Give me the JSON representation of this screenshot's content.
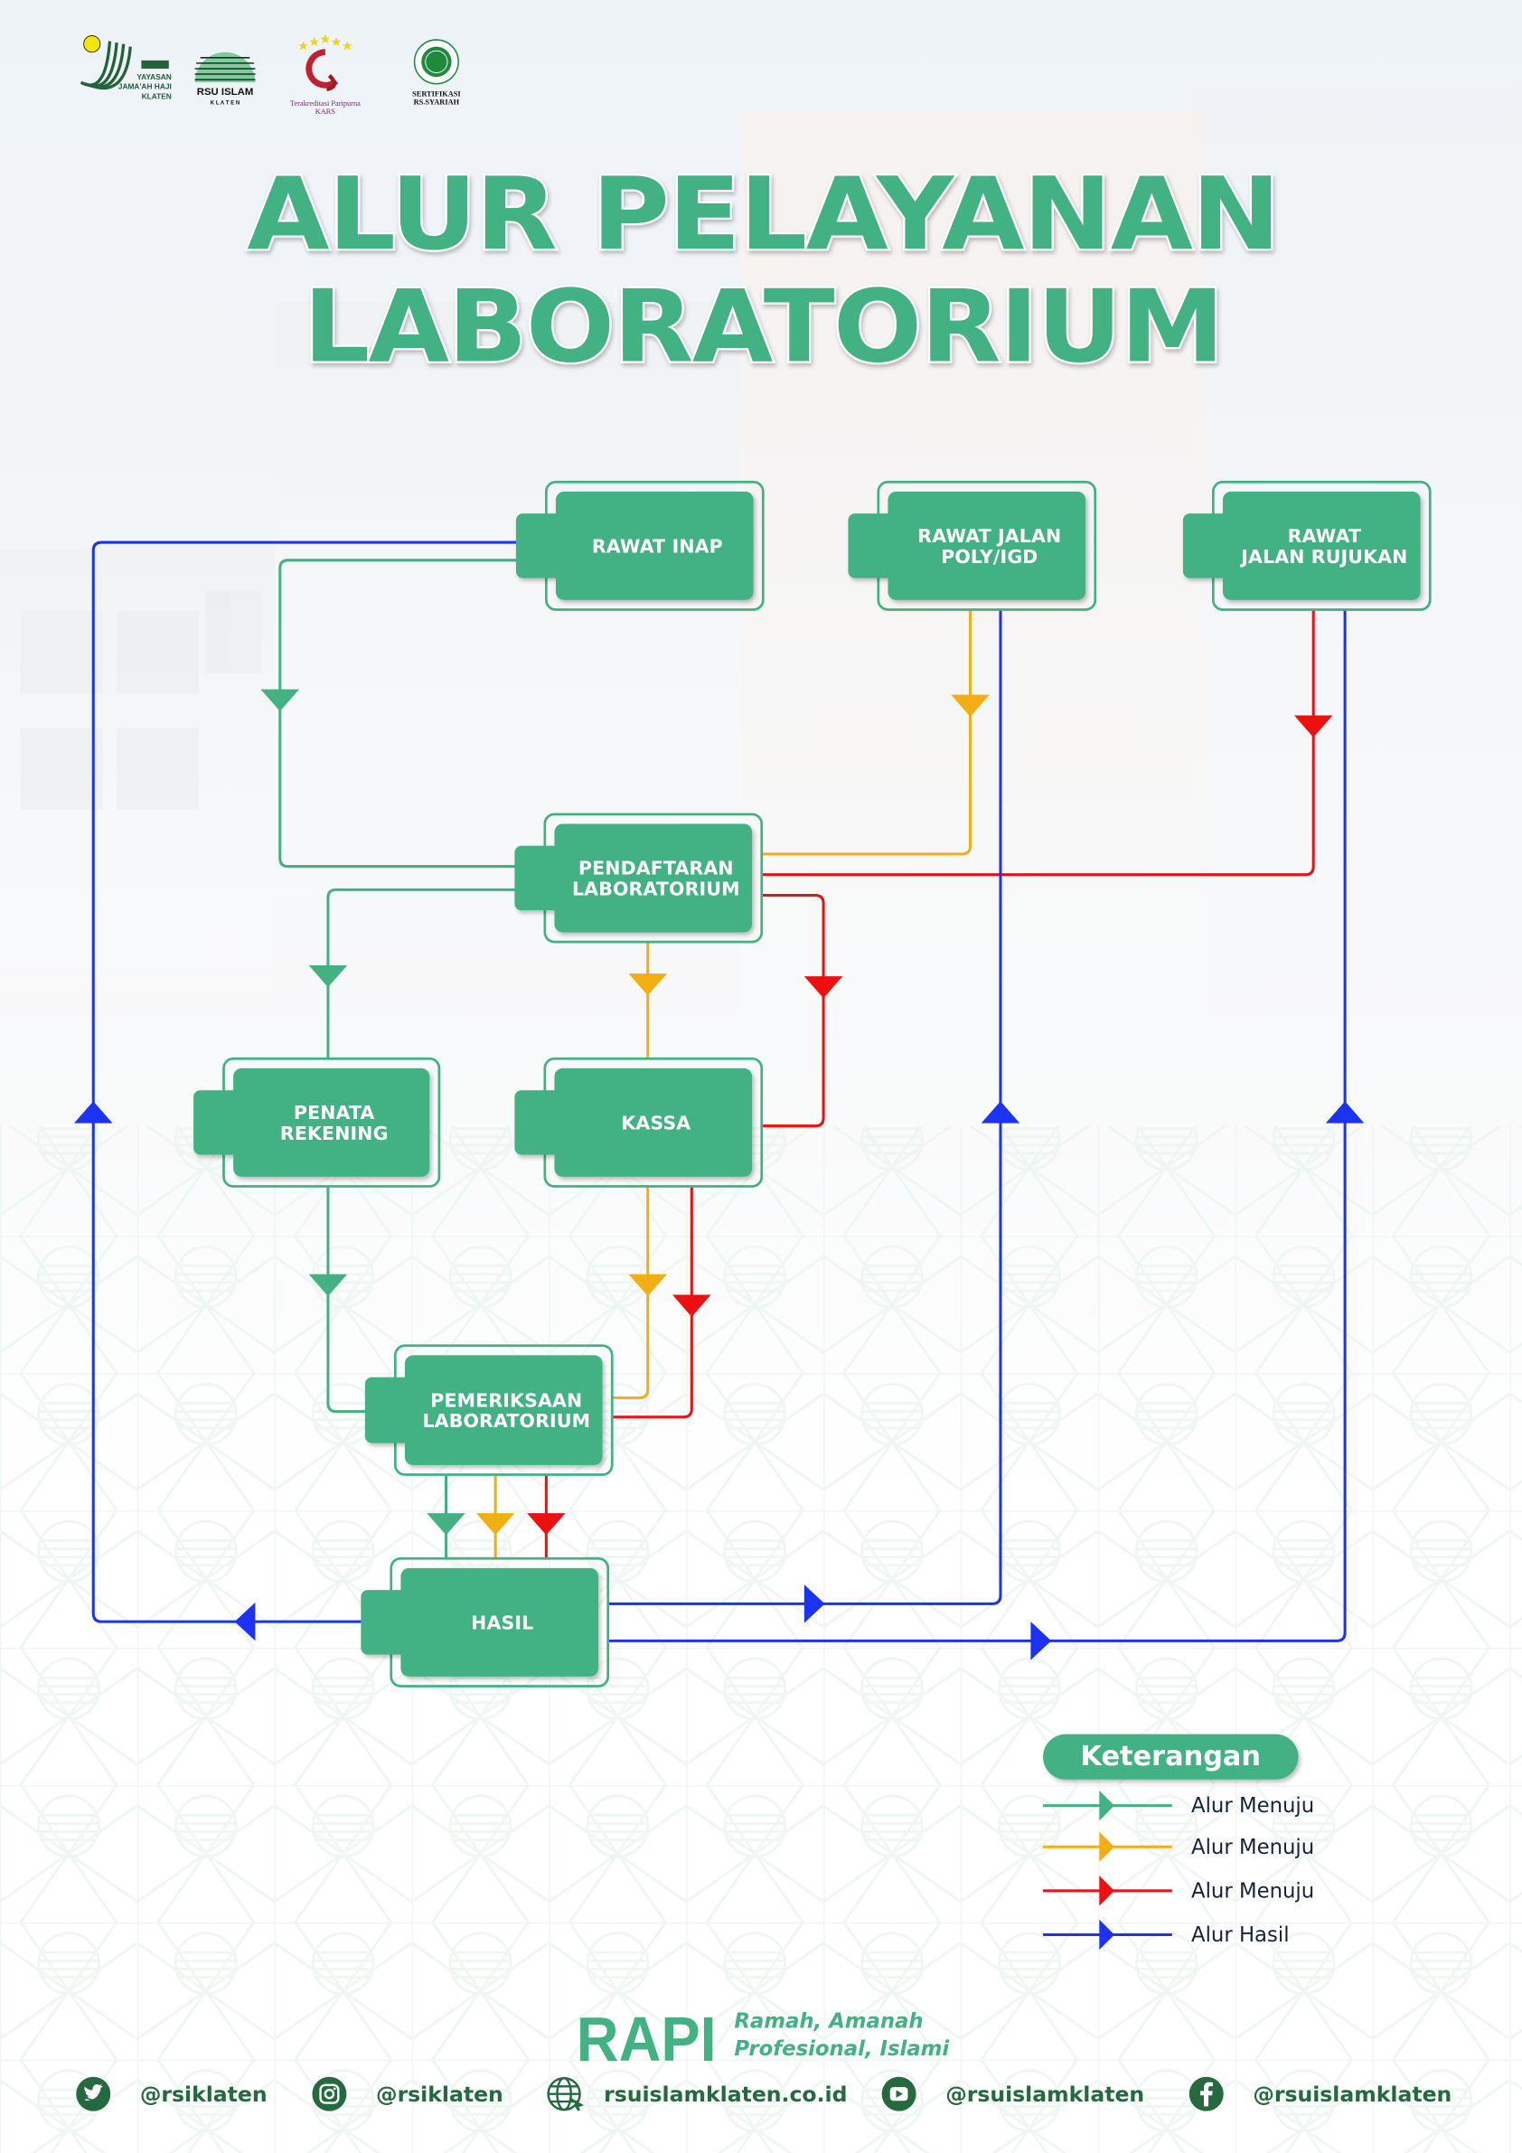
{
  "header": {
    "logos": [
      {
        "name": "yayasan",
        "lines": [
          "YAYASAN",
          "JAMA'AH HAJI",
          "KLATEN"
        ]
      },
      {
        "name": "rsu-islam",
        "lines": [
          "RSU ISLAM",
          "K L A T E N"
        ]
      },
      {
        "name": "kars",
        "lines": [
          "Terakreditasi Paripurna",
          "KARS"
        ]
      },
      {
        "name": "mui",
        "lines": [
          "SERTIFIKASI",
          "RS.SYARIAH"
        ]
      }
    ]
  },
  "title": {
    "line1": "ALUR PELAYANAN",
    "line2": "LABORATORIUM"
  },
  "flow": {
    "nodes": {
      "rawat_inap": [
        "RAWAT INAP"
      ],
      "rawat_jalan_poly": [
        "RAWAT JALAN",
        "POLY/IGD"
      ],
      "rawat_jalan_rujukan": [
        "RAWAT",
        "JALAN RUJUKAN"
      ],
      "pendaftaran": [
        "PENDAFTARAN",
        "LABORATORIUM"
      ],
      "penata_rekening": [
        "PENATA",
        "REKENING"
      ],
      "kassa": [
        "KASSA"
      ],
      "pemeriksaan": [
        "PEMERIKSAAN",
        "LABORATORIUM"
      ],
      "hasil": [
        "HASIL"
      ]
    },
    "colors": {
      "green": "#43b283",
      "yellow": "#f2ae13",
      "red": "#ee0f0f",
      "blue": "#1c32f5"
    },
    "edges": [
      {
        "from": "rawat_inap",
        "to": "pendaftaran",
        "color": "green"
      },
      {
        "from": "rawat_jalan_poly",
        "to": "pendaftaran",
        "color": "yellow"
      },
      {
        "from": "rawat_jalan_rujukan",
        "to": "pendaftaran",
        "color": "red"
      },
      {
        "from": "pendaftaran",
        "to": "penata_rekening",
        "color": "green"
      },
      {
        "from": "pendaftaran",
        "to": "kassa",
        "color": "yellow"
      },
      {
        "from": "pendaftaran",
        "to": "kassa",
        "color": "red"
      },
      {
        "from": "penata_rekening",
        "to": "pemeriksaan",
        "color": "green"
      },
      {
        "from": "kassa",
        "to": "pemeriksaan",
        "color": "yellow"
      },
      {
        "from": "kassa",
        "to": "pemeriksaan",
        "color": "red"
      },
      {
        "from": "pemeriksaan",
        "to": "hasil",
        "color": "green"
      },
      {
        "from": "pemeriksaan",
        "to": "hasil",
        "color": "yellow"
      },
      {
        "from": "pemeriksaan",
        "to": "hasil",
        "color": "red"
      },
      {
        "from": "hasil",
        "to": "rawat_inap",
        "color": "blue"
      },
      {
        "from": "hasil",
        "to": "rawat_jalan_poly",
        "color": "blue"
      },
      {
        "from": "hasil",
        "to": "rawat_jalan_rujukan",
        "color": "blue"
      }
    ]
  },
  "legend": {
    "title": "Keterangan",
    "items": [
      {
        "label": "Alur Menuju",
        "color": "green"
      },
      {
        "label": "Alur Menuju",
        "color": "yellow"
      },
      {
        "label": "Alur Menuju",
        "color": "red"
      },
      {
        "label": "Alur Hasil",
        "color": "blue"
      }
    ]
  },
  "footer": {
    "brand": "RAPI",
    "tagline_line1": "Ramah, Amanah",
    "tagline_line2": "Profesional, Islami",
    "socials": [
      {
        "icon": "twitter-icon",
        "label": "@rsiklaten"
      },
      {
        "icon": "instagram-icon",
        "label": "@rsiklaten"
      },
      {
        "icon": "globe-icon",
        "label": "rsuislamklaten.co.id"
      },
      {
        "icon": "youtube-icon",
        "label": "@rsuislamklaten"
      },
      {
        "icon": "facebook-icon",
        "label": "@rsuislamklaten"
      }
    ],
    "accent_color": "#25693f"
  }
}
